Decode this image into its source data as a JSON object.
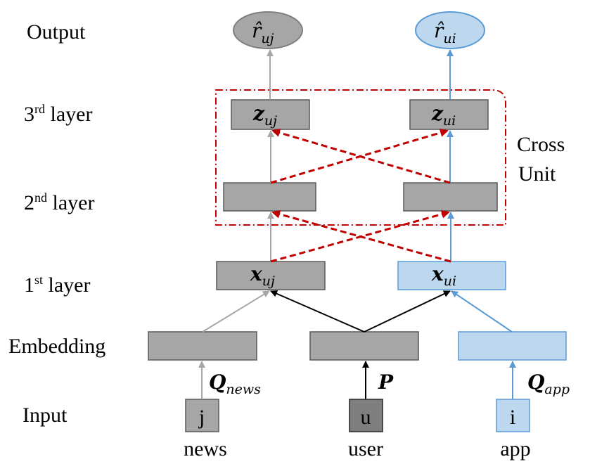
{
  "rows": {
    "output": "Output",
    "layer3_num": "3",
    "layer3_sup": "rd",
    "layer3_word": " layer",
    "layer2_num": "2",
    "layer2_sup": "nd",
    "layer2_word": " layer",
    "layer1_num": "1",
    "layer1_sup": "st",
    "layer1_word": " layer",
    "embedding": "Embedding",
    "input": "Input"
  },
  "cross_unit": {
    "line1": "Cross",
    "line2": "Unit"
  },
  "nodes": {
    "out_left_hat": "r̂",
    "out_left_sub": "uj",
    "out_right_hat": "r̂",
    "out_right_sub": "ui",
    "z_left": "z",
    "z_left_sub": "uj",
    "z_right": "z",
    "z_right_sub": "ui",
    "x_left": "x",
    "x_left_sub": "uj",
    "x_right": "x",
    "x_right_sub": "ui"
  },
  "edge_labels": {
    "q_news": "Q",
    "q_news_sub": "news",
    "p": "P",
    "q_app": "Q",
    "q_app_sub": "app"
  },
  "inputs": {
    "j": "j",
    "u": "u",
    "i": "i",
    "news": "news",
    "user": "user",
    "app": "app"
  },
  "colors": {
    "gray_fill": "#a6a6a6",
    "gray_dark": "#7f7f7f",
    "blue_fill": "#bdd7ee",
    "blue_stroke": "#5b9bd5",
    "cross_red": "#c00000",
    "arrow_gray": "#a6a6a6",
    "arrow_blue": "#5b9bd5"
  }
}
